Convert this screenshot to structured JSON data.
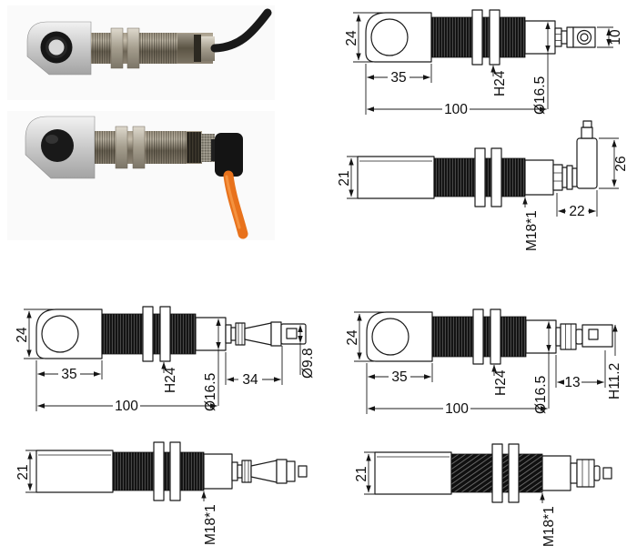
{
  "figure": {
    "type": "sensor-dimension-diagram",
    "units": "mm",
    "background": "#ffffff",
    "line_color": "#1b1b1b"
  },
  "photos": {
    "straight_cable": {
      "description": "M18 eyelet sensor with axial black cable",
      "cable_color": "#191919",
      "head_color": "#c9c9c9",
      "barrel_color": "#7c7363"
    },
    "angled_cable": {
      "description": "M18 eyelet sensor with right-angle connector and orange cable",
      "cable_color": "#e8721c",
      "connector_color": "#141414"
    }
  },
  "drawings": {
    "cable_top": {
      "height": "24",
      "head_width": "35",
      "nut": "H24",
      "diameter": "Ø16.5",
      "length": "100",
      "connector_size": "10"
    },
    "cable_side": {
      "height": "21",
      "thread": "M18*1",
      "connector_length": "22",
      "connector_height": "26"
    },
    "long_plug_top": {
      "height": "24",
      "head_width": "35",
      "nut": "H24",
      "diameter": "Ø16.5",
      "length": "100",
      "plug_length": "34",
      "plug_diameter": "Ø9.8"
    },
    "long_plug_side": {
      "height": "21",
      "thread": "M18*1"
    },
    "short_plug_top": {
      "height": "24",
      "head_width": "35",
      "nut": "H24",
      "diameter": "Ø16.5",
      "length": "100",
      "plug_length": "13",
      "plug_hex": "H11.2"
    },
    "short_plug_side": {
      "height": "21",
      "thread": "M18*1"
    }
  }
}
